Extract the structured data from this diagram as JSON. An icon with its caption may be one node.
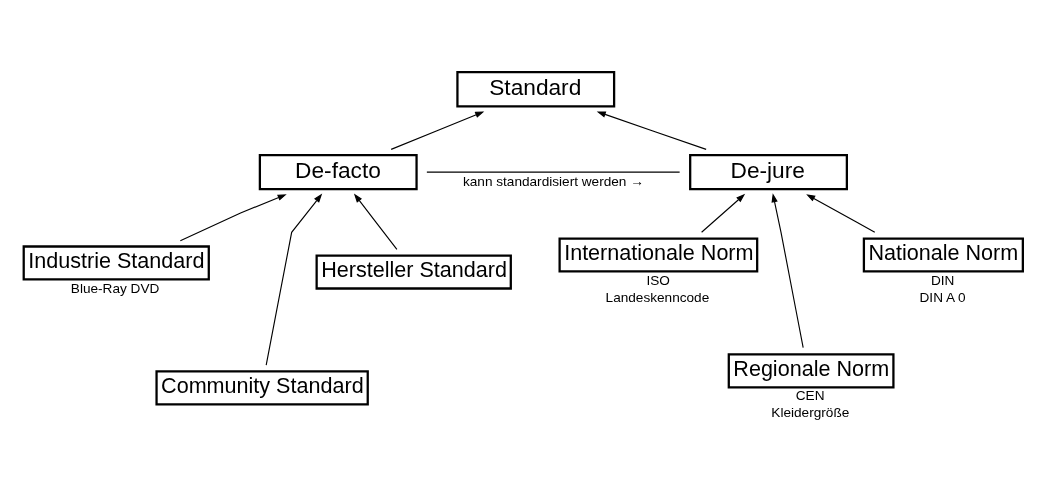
{
  "diagram": {
    "nodes": [
      {
        "text": [
          "Standard"
        ]
      },
      {
        "text": [
          "De-facto"
        ]
      },
      {
        "text": [
          "De-jure"
        ]
      },
      {
        "text": [
          "Industrie Standard"
        ],
        "beside": [
          "Blue-Ray DVD"
        ]
      },
      {
        "text": [
          "Community Standard"
        ]
      },
      {
        "text": [
          "Hersteller Standard"
        ]
      },
      {
        "text": [
          "Internationale Norm"
        ],
        "beside": [
          "ISO",
          "Landeskenncode"
        ]
      },
      {
        "text": [
          "Regionale Norm"
        ],
        "beside": [
          "CEN",
          "Kleidergröße"
        ]
      },
      {
        "text": [
          "Nationale Norm"
        ],
        "beside": [
          "DIN",
          "DIN A 0"
        ]
      }
    ],
    "edges": [
      {
        "from": 1,
        "to": 0,
        "arrow": "to"
      },
      {
        "from": 2,
        "to": 0,
        "arrow": "to"
      },
      {
        "from": 1,
        "to": 2,
        "arrow": "none",
        "label": "kann standardisiert werden →"
      },
      {
        "from": 3,
        "to": 1,
        "arrow": "to"
      },
      {
        "from": 4,
        "to": 1,
        "arrow": "to"
      },
      {
        "from": 5,
        "to": 1,
        "arrow": "to"
      },
      {
        "from": 6,
        "to": 2,
        "arrow": "to"
      },
      {
        "from": 7,
        "to": 2,
        "arrow": "to"
      },
      {
        "from": 8,
        "to": 2,
        "arrow": "to"
      }
    ]
  }
}
